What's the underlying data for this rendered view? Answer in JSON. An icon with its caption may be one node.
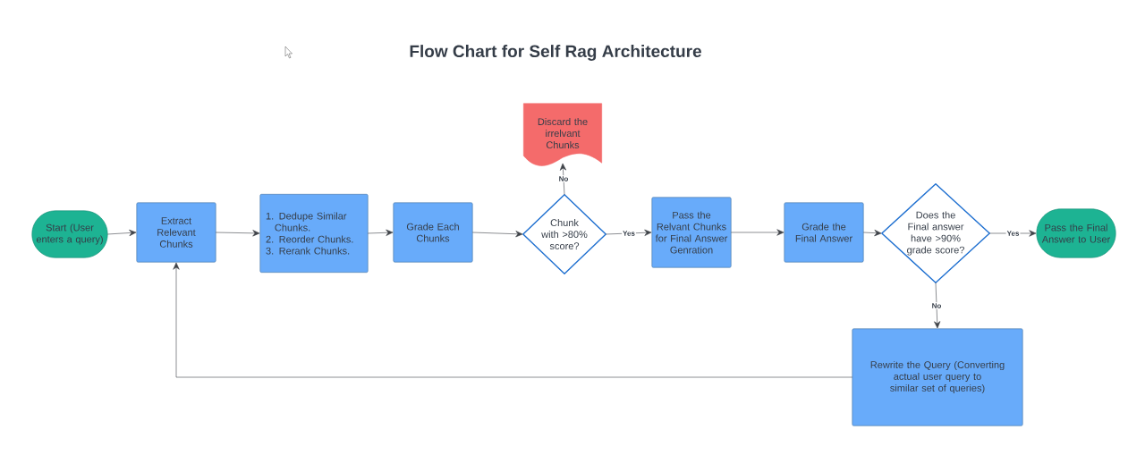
{
  "diagram": {
    "title": "Flow Chart for Self Rag Architecture",
    "nodes": [
      {
        "text": [
          "Start (User enters a query)"
        ]
      },
      {
        "text": [
          "Extract Relevant Chunks"
        ]
      },
      {
        "text": [
          "1. Dedupe Similar Chunks.",
          "2. Reorder Chunks.",
          "3. Rerank Chunks."
        ]
      },
      {
        "text": [
          "Grade Each Chunks"
        ]
      },
      {
        "text": [
          "Chunk with >80% score?"
        ]
      },
      {
        "text": [
          "Discard the irrelvant Chunks"
        ]
      },
      {
        "text": [
          "Pass the Relvant Chunks for Final Answer Genration"
        ]
      },
      {
        "text": [
          "Grade the Final Answer"
        ]
      },
      {
        "text": [
          "Does the Final answer have >90% grade score?"
        ]
      },
      {
        "text": [
          "Pass the Final Answer to User"
        ]
      },
      {
        "text": [
          "Rewrite the Query (Converting actual user query to similar set of queries)"
        ]
      }
    ],
    "edges": [
      {
        "from": 0,
        "to": 1,
        "arrow": "to"
      },
      {
        "from": 1,
        "to": 2,
        "arrow": "to"
      },
      {
        "from": 2,
        "to": 3,
        "arrow": "to"
      },
      {
        "from": 3,
        "to": 4,
        "arrow": "to"
      },
      {
        "from": 4,
        "to": 5,
        "arrow": "to",
        "label": "No"
      },
      {
        "from": 4,
        "to": 6,
        "arrow": "to",
        "label": "Yes"
      },
      {
        "from": 6,
        "to": 7,
        "arrow": "to"
      },
      {
        "from": 7,
        "to": 8,
        "arrow": "to"
      },
      {
        "from": 8,
        "to": 9,
        "arrow": "to",
        "label": "Yes"
      },
      {
        "from": 8,
        "to": 10,
        "arrow": "to",
        "label": "No"
      },
      {
        "from": 10,
        "to": 1,
        "arrow": "to"
      }
    ]
  }
}
